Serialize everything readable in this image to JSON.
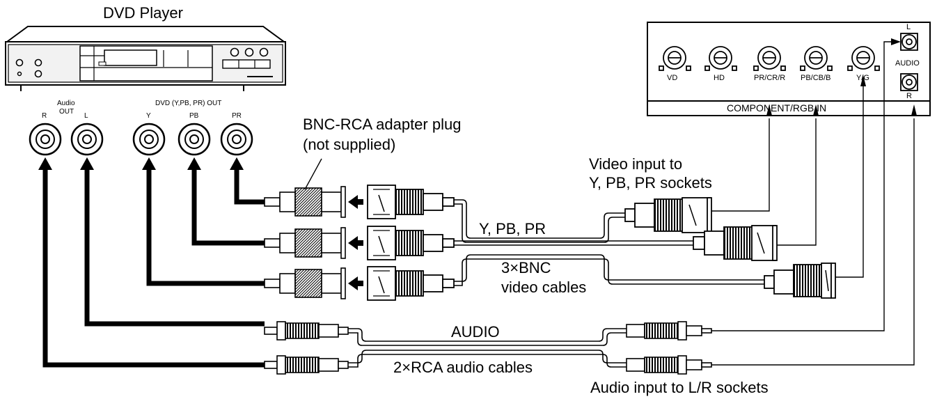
{
  "dvd": {
    "title": "DVD Player",
    "audio_out_label_1": "Audio",
    "audio_out_label_2": "OUT",
    "r_label": "R",
    "l_label": "L",
    "video_out_label": "DVD (Y,PB, PR) OUT",
    "y_label": "Y",
    "pb_label": "PB",
    "pr_label": "PR"
  },
  "monitor": {
    "panel_title": "COMPONENT/RGB IN",
    "vd_label": "VD",
    "hd_label": "HD",
    "pr_label": "PR/CR/R",
    "pb_label": "PB/CB/B",
    "y_label": "Y/G",
    "audio_label": "AUDIO",
    "audio_l": "L",
    "audio_r": "R"
  },
  "callouts": {
    "adapter_line1": "BNC-RCA adapter plug",
    "adapter_line2": "(not supplied)",
    "video_input_line1": "Video input to",
    "video_input_line2": "Y, PB, PR sockets",
    "ypbpr": "Y, PB, PR",
    "bnc_line1": "3×BNC",
    "bnc_line2": "video cables",
    "audio": "AUDIO",
    "rca_audio": "2×RCA audio cables",
    "audio_input": "Audio input to L/R sockets"
  },
  "colors": {
    "line": "#000000",
    "fill": "#ffffff",
    "device_fill": "#f2f2f2"
  },
  "icons": [
    "rca-jack-icon",
    "bnc-jack-icon",
    "arrow-icon",
    "bnc-plug-icon",
    "rca-plug-icon",
    "adapter-plug-icon"
  ]
}
